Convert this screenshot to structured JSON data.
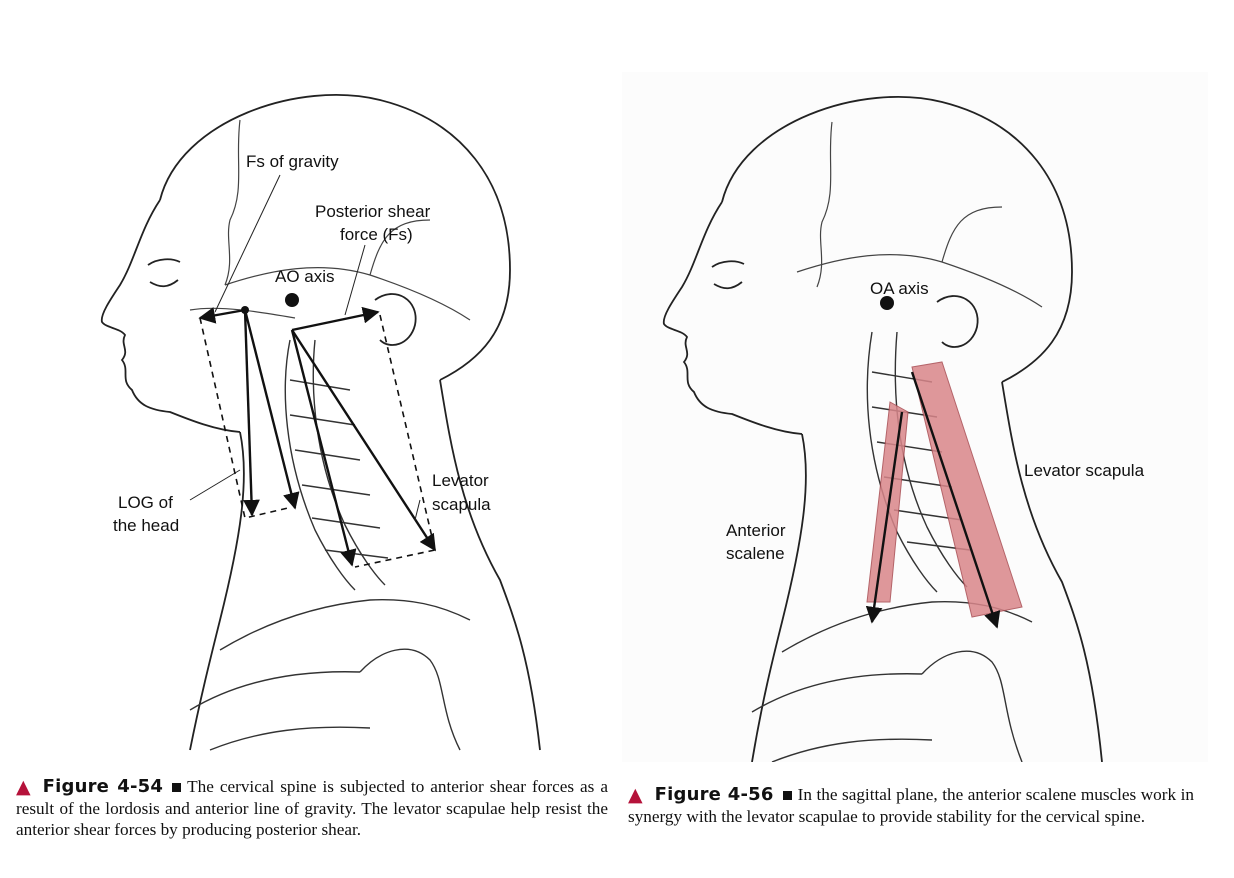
{
  "figure_left": {
    "labels": {
      "fs_gravity": "Fs of gravity",
      "posterior_shear_line1": "Posterior shear",
      "posterior_shear_line2": "force (Fs)",
      "ao_axis": "AO axis",
      "log_line1": "LOG of",
      "log_line2": "the head",
      "levator_line1": "Levator",
      "levator_line2": "scapula"
    },
    "caption": {
      "figure_number": "Figure 4-54",
      "text": "The cervical spine is subjected to anterior shear forces as a result of the lordosis and anterior line of gravity. The levator scapulae help resist the anterior shear forces by producing posterior shear."
    }
  },
  "figure_right": {
    "labels": {
      "oa_axis": "OA axis",
      "levator": "Levator scapula",
      "scalene_line1": "Anterior",
      "scalene_line2": "scalene"
    },
    "caption": {
      "figure_number": "Figure 4-56",
      "text": "In the sagittal plane, the anterior scalene muscles work in synergy with the levator scapulae to provide stability for the cervical spine."
    }
  },
  "colors": {
    "muscle_fill": "#d9868a",
    "caption_marker": "#b5123a"
  }
}
